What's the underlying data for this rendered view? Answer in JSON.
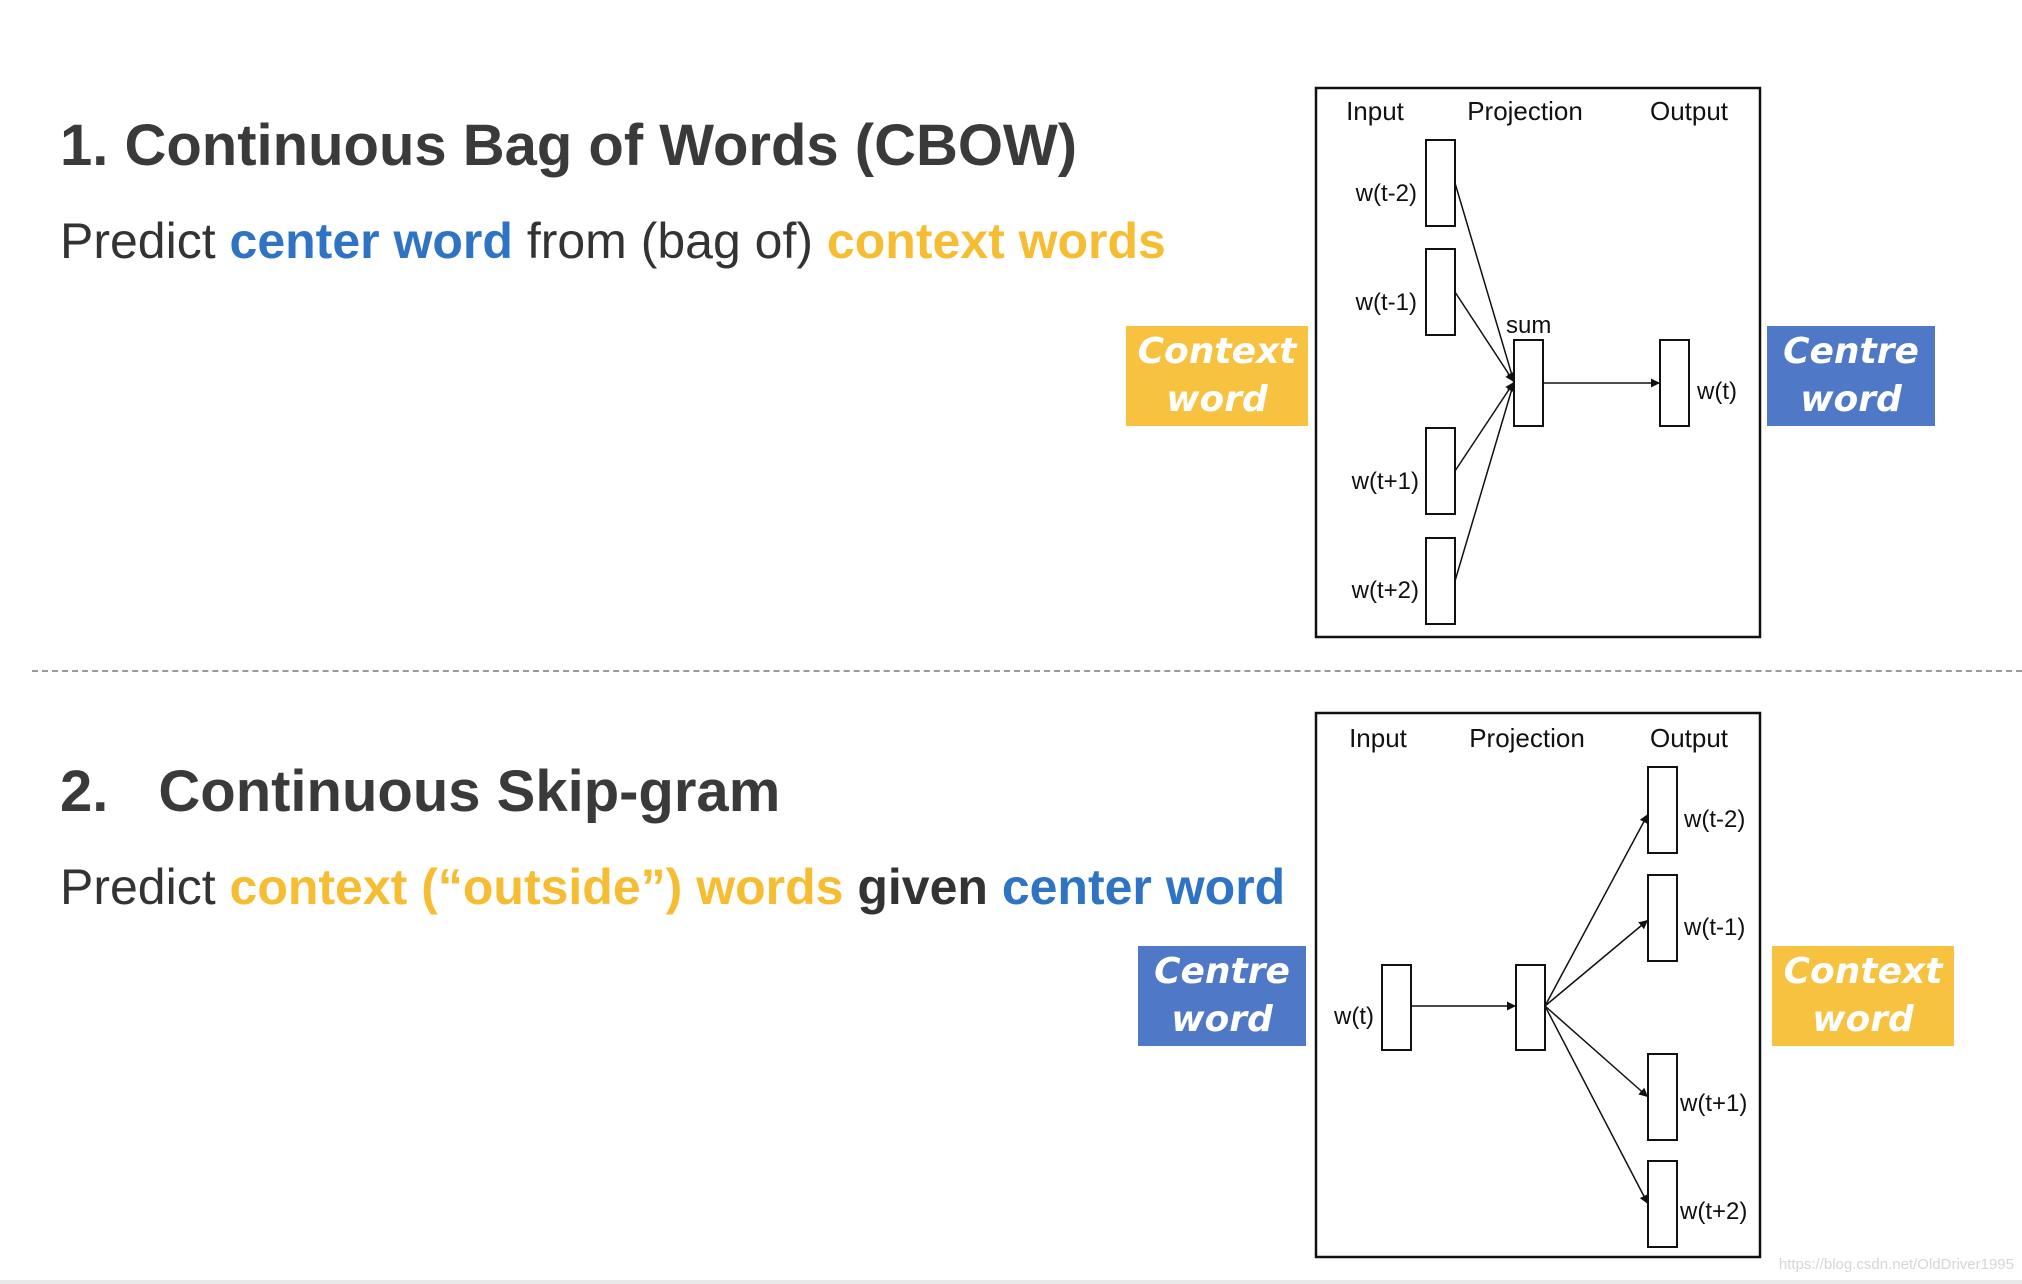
{
  "cbow": {
    "title": "1. Continuous Bag of Words (CBOW)",
    "subtitle": {
      "p1": "Predict ",
      "p2": "center word",
      "p3": " from (bag of) ",
      "p4": "context words"
    },
    "diagram": {
      "headers": [
        "Input",
        "Projection",
        "Output"
      ],
      "inputs": [
        "w(t-2)",
        "w(t-1)",
        "w(t+1)",
        "w(t+2)"
      ],
      "sum_label": "sum",
      "output": "w(t)"
    },
    "left_tag": [
      "Context",
      "word"
    ],
    "right_tag": [
      "Centre",
      "word"
    ]
  },
  "skipgram": {
    "title_num": "2.",
    "title_text": "Continuous Skip-gram",
    "subtitle": {
      "p1": "Predict ",
      "p2": "context (“outside”) words",
      "p3": " given ",
      "p4": "center word"
    },
    "diagram": {
      "headers": [
        "Input",
        "Projection",
        "Output"
      ],
      "input": "w(t)",
      "outputs": [
        "w(t-2)",
        "w(t-1)",
        "w(t+1)",
        "w(t+2)"
      ]
    },
    "left_tag": [
      "Centre",
      "word"
    ],
    "right_tag": [
      "Context",
      "word"
    ]
  },
  "watermark": "https://blog.csdn.net/OldDriver1995",
  "colors": {
    "blue_text": "#2f73c4",
    "yellow_text": "#f6bd33",
    "yellow_tag": "#f6c23f",
    "blue_tag": "#4f78c6"
  }
}
